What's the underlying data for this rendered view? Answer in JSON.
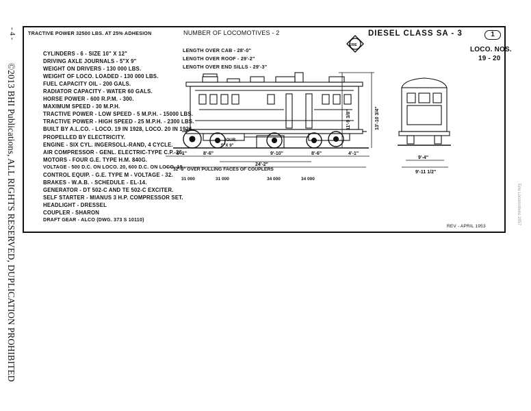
{
  "margin": {
    "page_marker": "- 4 -",
    "copyright": "©2013 BHI Publications, ALL RIGHTS RESERVED, DUPLICATION PROHIBITED",
    "right_note": "Erie Locomotives 1957"
  },
  "header": {
    "tractive_adhesion": "TRACTIVE POWER 32500 LBS. AT 25% ADHESION",
    "num_locomotives": "NUMBER OF LOCOMOTIVES - 2",
    "logo_text": "ERIE",
    "class_title": "DIESEL  CLASS  SA - 3",
    "sheet_number": "1",
    "loco_nos_label": "LOCO. NOS.",
    "loco_nos": "19 - 20"
  },
  "lengths": [
    "LENGTH OVER CAB - 28'-0\"",
    "LENGTH OVER ROOF - 29'-2\"",
    "LENGTH OVER END SILLS - 29'-3\""
  ],
  "specs": [
    "CYLINDERS - 6 -  SIZE 10\" X 12\"",
    "DRIVING AXLE JOURNALS - 5\"X 9\"",
    "WEIGHT ON DRIVERS - 130 000 LBS.",
    "WEIGHT OF LOCO. LOADED - 130 000 LBS.",
    "FUEL CAPACITY  OIL - 200 GALS.",
    "RADIATOR CAPACITY - WATER  60 GALS.",
    "HORSE POWER - 600 R.P.M. - 300.",
    "MAXIMUM  SPEED - 30 M.P.H.",
    "TRACTIVE POWER - LOW SPEED - 5 M.P.H. - 15000 LBS.",
    "TRACTIVE POWER - HIGH SPEED - 25 M.P.H. - 2300 LBS.",
    "BUILT BY A.L.CO. - LOCO. 19 IN 1928, LOCO. 20 IN 1926.",
    "PROPELLED BY ELECTRICITY.",
    "ENGINE - SIX CYL. INGERSOLL-RAND, 4 CYCLE.",
    "AIR COMPRESSOR - GENL. ELECTRIC-TYPE C.P.-26.",
    "MOTORS - FOUR G.E. TYPE H.M. 840G.",
    "VOLTAGE - 500 D.C. ON LOCO. 20, 600 D.C. ON LOCO. 19",
    "CONTROL EQUIP. - G.E. TYPE M - VOLTAGE - 32.",
    "BRAKES - W.A.B. - SCHEDULE - EL-14.",
    "GENERATOR - DT 502-C AND TE 502-C EXCITER.",
    "SELF STARTER - MIANUS 3 H.P. COMPRESSOR SET.",
    "HEADLIGHT - DRESSEL",
    "COUPLER - SHARON",
    "DRAFT GEAR - ALCO (DWG. 373 S 10110)"
  ],
  "dimensions": {
    "height_cab": "11'-9 3/8\"",
    "height_total": "13'-10 3/4\"",
    "seg_end_left": "5'-1\"",
    "seg_front": "8'-6\"",
    "seg_wheelbase_mid": "9'-10\"",
    "seg_rear": "8'-6\"",
    "seg_end_right": "4'-1\"",
    "total_wheelbase": "24'-2\"",
    "over_couplers": "32'-8\" OVER PULLING FACES OF COUPLERS",
    "journal_label": "JOUR.",
    "journal_size": "5\"X 9\"",
    "end_width_1": "9'-4\"",
    "end_width_2": "9'-11 1/2\""
  },
  "axle_loads": [
    "31 000",
    "31 000",
    "34 000",
    "34 000"
  ],
  "revision": "REV - APRIL 1953"
}
